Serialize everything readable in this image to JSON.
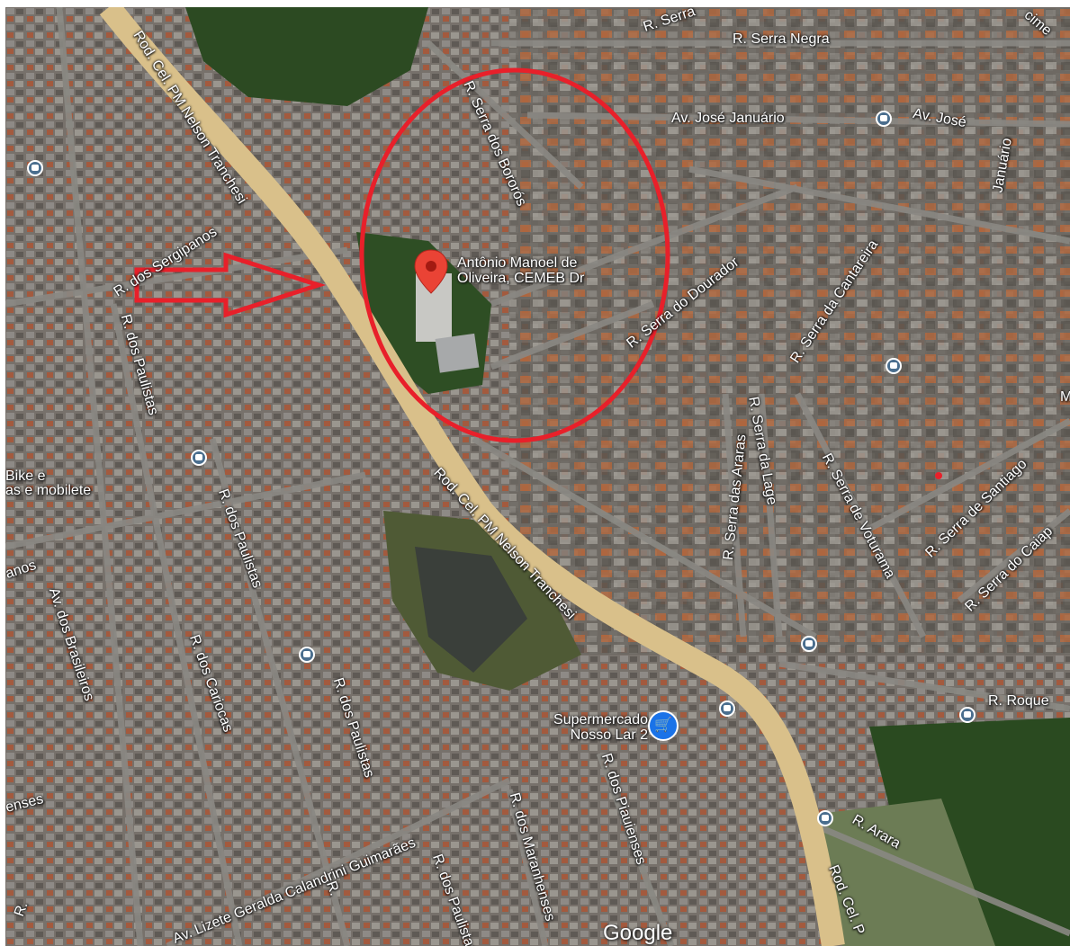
{
  "map": {
    "type": "satellite",
    "attribution": "Google",
    "colors": {
      "highway": "#d9c08a",
      "annotation": "#e8202a",
      "pin": "#ea4335",
      "bus_stop": "#4a6e8e",
      "shop": "#1a73e8"
    },
    "streets": {
      "serra_negra": "R. Serra Negra",
      "serra_top": "R. Serra",
      "serra_dos_bororos": "R. Serra dos Bororós",
      "av_jose_januario": "Av. José Januário",
      "av_jose_2": "Av. José",
      "januario": "Januário",
      "rod_upper": "Rod. Cel. PM Nelson Tranchesi",
      "rod_middle": "Rod. Cel. PM Nelson Tranchesi",
      "rod_bottom": "Rod. Cel. P",
      "sergipanos": "R. dos Sergipanos",
      "paulistas_1": "R. dos Paulistas",
      "paulistas_2": "R. dos Paulistas",
      "paulistas_3": "R. dos Paulistas",
      "paulistas_4": "R. dos Paulistas",
      "serra_do_dourador": "R. Serra do Dourador",
      "serra_da_cantareira": "R. Serra da Cantareira",
      "serra_das_araras": "R. Serra das Araras",
      "serra_da_lage": "R. Serra da Lage",
      "serra_de_voturama": "R. Serra de Voturama",
      "serra_de_santiago": "R. Serra de Santiago",
      "serra_do_caiap": "R. Serra do Caiap",
      "brasileiros": "Av. dos Brasileiros",
      "cariocas": "R. dos Cariocas",
      "anos": "anos",
      "enses": "enses",
      "lizete": "Av. Lizete Geralda Calandrini Guimarães",
      "maranhenses": "R. dos Maranhenses",
      "piauienses": "R. dos Piauienses",
      "roque": "R. Roque",
      "arara": "R. Arara",
      "r_fragment": "R.",
      "m_fragment": "M",
      "cime": "cime"
    },
    "pois": {
      "school": "Antônio Manoel de Oliveira, CEMEB Dr",
      "supermarket": "Supermercado Nosso Lar 2",
      "bike_shop": "Bike e\nas e mobilete"
    },
    "icons": [
      "place-pin-icon",
      "bus-stop-icon",
      "shopping-cart-icon",
      "arrow-annotation",
      "ellipse-annotation"
    ]
  }
}
